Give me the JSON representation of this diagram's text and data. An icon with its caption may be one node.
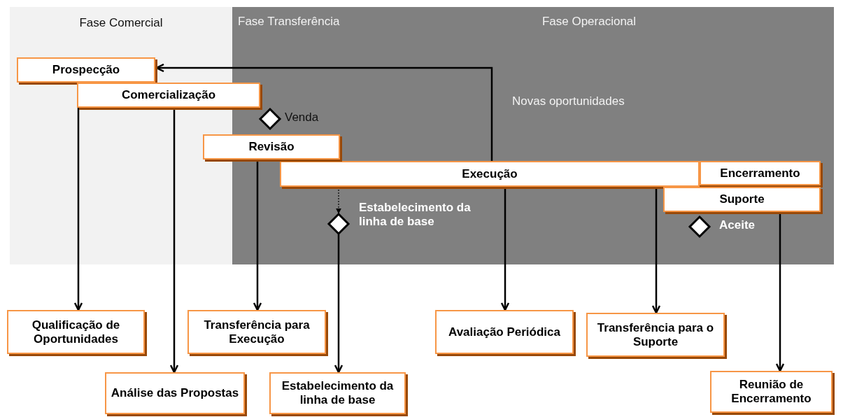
{
  "diagram": {
    "nodes": [
      {
        "text": [
          "Fase Comercial"
        ]
      },
      {
        "text": [
          "Fase Transferência",
          "Fase Operacional"
        ]
      },
      {
        "text": [
          "Prospecção"
        ],
        "in": 0
      },
      {
        "text": [
          "Comercialização"
        ]
      },
      {
        "text": [],
        "shape": "diamond",
        "in": 1,
        "beside": [
          "Venda"
        ]
      },
      {
        "text": [
          "Revisão"
        ]
      },
      {
        "text": [
          "Execução"
        ],
        "in": 1
      },
      {
        "text": [
          "Encerramento"
        ],
        "in": 1
      },
      {
        "text": [
          "Suporte"
        ],
        "in": 1
      },
      {
        "text": [],
        "shape": "diamond",
        "in": 1,
        "beside": [
          "Estabelecimento da linha de base"
        ]
      },
      {
        "text": [],
        "shape": "diamond",
        "in": 1,
        "beside": [
          "Aceite"
        ]
      },
      {
        "text": [
          "Qualificação de Oportunidades"
        ]
      },
      {
        "text": [
          "Análise das Propostas"
        ]
      },
      {
        "text": [
          "Transferência para Execução"
        ]
      },
      {
        "text": [
          "Estabelecimento da linha de base"
        ]
      },
      {
        "text": [
          "Avaliação Periódica"
        ]
      },
      {
        "text": [
          "Transferência para o Suporte"
        ]
      },
      {
        "text": [
          "Reunião de Encerramento"
        ]
      }
    ],
    "edges": [
      {
        "from": 6,
        "to": 2,
        "arrow": "to"
      },
      {
        "from": 3,
        "to": 11,
        "arrow": "to"
      },
      {
        "from": 3,
        "to": 12,
        "arrow": "to"
      },
      {
        "from": 5,
        "to": 13,
        "arrow": "to"
      },
      {
        "from": 6,
        "to": 9,
        "arrow": "to",
        "style": "dashed"
      },
      {
        "from": 9,
        "to": 14,
        "arrow": "to"
      },
      {
        "from": 6,
        "to": 15,
        "arrow": "to"
      },
      {
        "from": 6,
        "to": 16,
        "arrow": "to"
      },
      {
        "from": 8,
        "to": 17,
        "arrow": "to"
      }
    ],
    "labels": [
      "Novas oportunidades"
    ]
  }
}
